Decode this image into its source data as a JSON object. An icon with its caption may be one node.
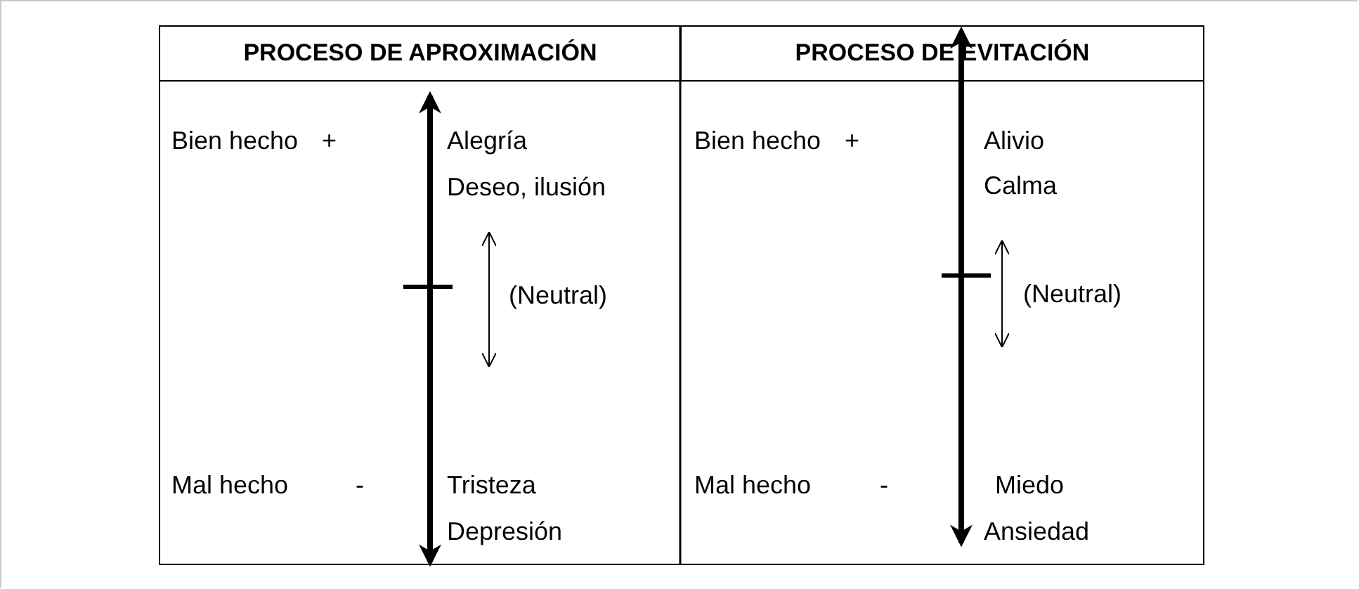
{
  "diagram": {
    "labels": [
      "PROCESO DE APROXIMACIÓN",
      "PROCESO DE EVITACIÓN",
      "Bien hecho",
      "+",
      "Alegría",
      "Deseo, ilusión",
      "(Neutral)",
      "Mal hecho",
      "-",
      "Tristeza",
      "Depresión",
      "Bien hecho",
      "+",
      "Alivio",
      "Calma",
      "(Neutral)",
      "Mal hecho",
      "-",
      "Miedo",
      "Ansiedad"
    ]
  }
}
